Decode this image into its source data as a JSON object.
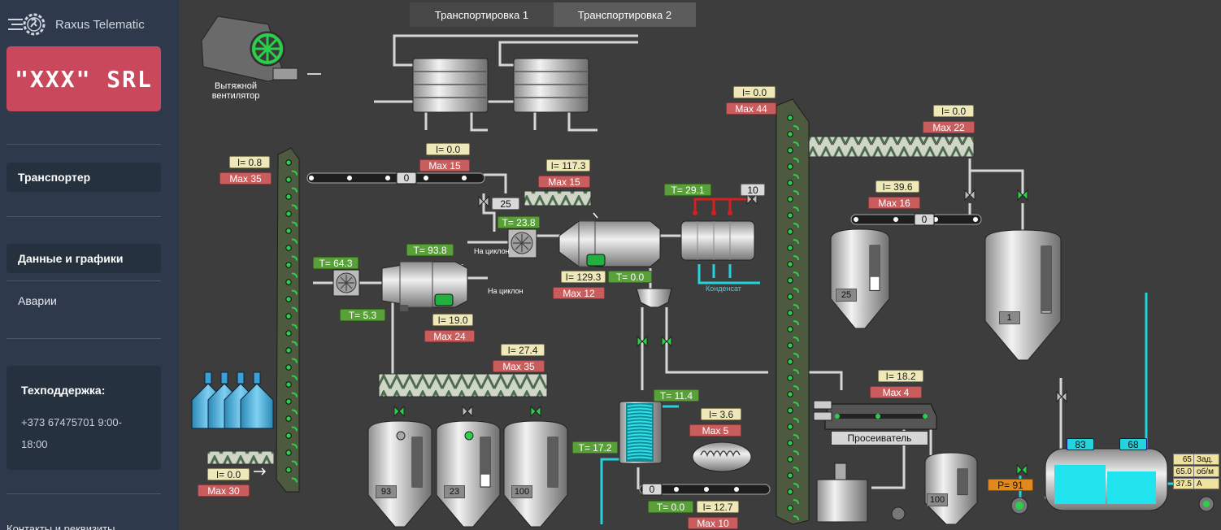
{
  "sidebar": {
    "brand": "Raxus Telematic",
    "company": "\"XXX\" SRL",
    "menu": {
      "transporter": "Транспортер",
      "data_charts": "Данные и графики",
      "alarms": "Аварии"
    },
    "support": {
      "title": "Техподдержка:",
      "phone": "+373 67475701 9:00-18:00"
    },
    "contacts": "Контакты и реквизиты"
  },
  "tabs": [
    "Транспортировка 1",
    "Транспортировка 2"
  ],
  "active_tab": 1,
  "colors": {
    "sidebar": "#2e3a4b",
    "company": "#c9485b",
    "workspace": "#3d3d3d",
    "tab_active": "#5c5c5c",
    "tab_inactive": "#474747",
    "pipe": "#d6d6d6",
    "water": "#25d3dc",
    "hot": "#d42020",
    "valve_on": "#2bd04a"
  },
  "labels": {
    "exhaust_fan": "Вытяжной вентилятор",
    "to_cyclone": "На циклон",
    "condensate": "Конденсат",
    "sieve": "Просеиватель",
    "cold_badge": "10"
  },
  "readings": [
    {
      "id": "elev-left-i",
      "t": "li",
      "v": "I=  0.8"
    },
    {
      "id": "elev-left-max",
      "t": "lm",
      "v": "Max  35"
    },
    {
      "id": "belt-top-i",
      "t": "li",
      "v": "I=  0.0"
    },
    {
      "id": "belt-top-max",
      "t": "lm",
      "v": "Max  15"
    },
    {
      "id": "screw-top-i",
      "t": "li",
      "v": "I=  117.3"
    },
    {
      "id": "screw-top-max",
      "t": "lm",
      "v": "Max  15"
    },
    {
      "id": "valve-25",
      "t": "lg",
      "v": "25"
    },
    {
      "id": "fan2-t",
      "t": "lt",
      "v": "T=  23.8"
    },
    {
      "id": "dryer1-t",
      "t": "lt",
      "v": "T=  93.8"
    },
    {
      "id": "fan1-t",
      "t": "lt",
      "v": "T=  64.3"
    },
    {
      "id": "dryer1-out-t",
      "t": "lt",
      "v": "T=  5.3"
    },
    {
      "id": "dryer1-i",
      "t": "li",
      "v": "I=  19.0"
    },
    {
      "id": "dryer1-max",
      "t": "lm",
      "v": "Max  24"
    },
    {
      "id": "dryer2-i",
      "t": "li",
      "v": "I=  129.3"
    },
    {
      "id": "dryer2-t",
      "t": "lt",
      "v": "T=  0.0"
    },
    {
      "id": "dryer2-max",
      "t": "lm",
      "v": "Max  12"
    },
    {
      "id": "exch-t",
      "t": "lt",
      "v": "T=  29.1"
    },
    {
      "id": "elev-mid-i",
      "t": "li",
      "v": "I=  0.0"
    },
    {
      "id": "elev-mid-max",
      "t": "lm",
      "v": "Max  44"
    },
    {
      "id": "screw-right-i",
      "t": "li",
      "v": "I=  0.0"
    },
    {
      "id": "screw-right-max",
      "t": "lm",
      "v": "Max  22"
    },
    {
      "id": "belt-right-i",
      "t": "li",
      "v": "I=  39.6"
    },
    {
      "id": "belt-right-max",
      "t": "lm",
      "v": "Max  16"
    },
    {
      "id": "screw-mid-i",
      "t": "li",
      "v": "I=  27.4"
    },
    {
      "id": "screw-mid-max",
      "t": "lm",
      "v": "Max  35"
    },
    {
      "id": "cooler-t",
      "t": "lt",
      "v": "T=  11.4"
    },
    {
      "id": "cooler-out-t",
      "t": "lt",
      "v": "T=  17.2"
    },
    {
      "id": "crusher-i",
      "t": "li",
      "v": "I=  3.6"
    },
    {
      "id": "crusher-max",
      "t": "lm",
      "v": "Max  5"
    },
    {
      "id": "sieve-i",
      "t": "li",
      "v": "I=  18.2"
    },
    {
      "id": "sieve-max",
      "t": "lm",
      "v": "Max  4"
    },
    {
      "id": "belt-bottom-t",
      "t": "lt",
      "v": "T=  0.0"
    },
    {
      "id": "belt-bottom-i",
      "t": "li",
      "v": "I=  12.7"
    },
    {
      "id": "belt-bottom-max",
      "t": "lm",
      "v": "Max  10"
    },
    {
      "id": "screw-bl-i",
      "t": "li",
      "v": "I=  0.0"
    },
    {
      "id": "screw-bl-max",
      "t": "lm",
      "v": "Max  30"
    },
    {
      "id": "pump-p",
      "t": "lp",
      "v": "P=  91"
    },
    {
      "id": "tank-c1",
      "t": "lc",
      "v": "83"
    },
    {
      "id": "tank-c2",
      "t": "lc",
      "v": "68"
    }
  ],
  "levels": {
    "silo_93": "93",
    "silo_23": "23",
    "silo_100a": "100",
    "silo_25": "25",
    "silo_1": "1",
    "silo_100b": "100"
  },
  "belt_counters": {
    "top": "0",
    "right": "0",
    "bottom": "0"
  },
  "motor_table": [
    [
      "65",
      "Зад."
    ],
    [
      "65.0",
      "об/м"
    ],
    [
      "37.5",
      "А"
    ]
  ]
}
